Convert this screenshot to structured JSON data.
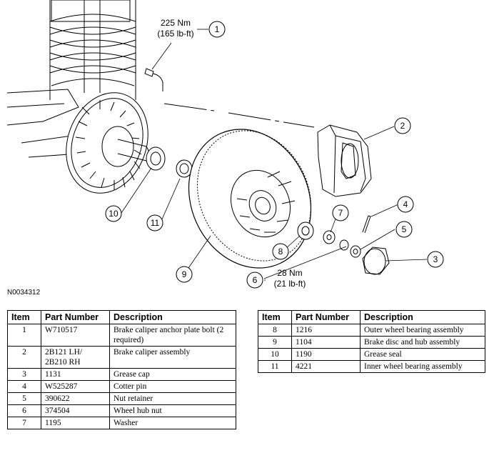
{
  "figure": {
    "id": "N0034312",
    "torque_1": {
      "nm": "225 Nm",
      "lbft": "(165 lb-ft)"
    },
    "torque_6": {
      "nm": "28 Nm",
      "lbft": "(21 lb-ft)"
    },
    "callouts": [
      "1",
      "2",
      "3",
      "4",
      "5",
      "6",
      "7",
      "8",
      "9",
      "10",
      "11"
    ]
  },
  "table": {
    "headers": {
      "item": "Item",
      "part": "Part Number",
      "desc": "Description"
    },
    "left_rows": [
      {
        "item": "1",
        "part": "W710517",
        "desc": "Brake caliper anchor plate bolt (2 required)"
      },
      {
        "item": "2",
        "part": "2B121 LH/\n2B210 RH",
        "desc": "Brake caliper assembly"
      },
      {
        "item": "3",
        "part": "1131",
        "desc": "Grease cap"
      },
      {
        "item": "4",
        "part": "W525287",
        "desc": "Cotter pin"
      },
      {
        "item": "5",
        "part": "390622",
        "desc": "Nut retainer"
      },
      {
        "item": "6",
        "part": "374504",
        "desc": "Wheel hub nut"
      },
      {
        "item": "7",
        "part": "1195",
        "desc": "Washer"
      }
    ],
    "right_rows": [
      {
        "item": "8",
        "part": "1216",
        "desc": "Outer wheel bearing assembly"
      },
      {
        "item": "9",
        "part": "1104",
        "desc": "Brake disc and hub assembly"
      },
      {
        "item": "10",
        "part": "1190",
        "desc": "Grease seal"
      },
      {
        "item": "11",
        "part": "4221",
        "desc": "Inner wheel bearing assembly"
      }
    ]
  }
}
